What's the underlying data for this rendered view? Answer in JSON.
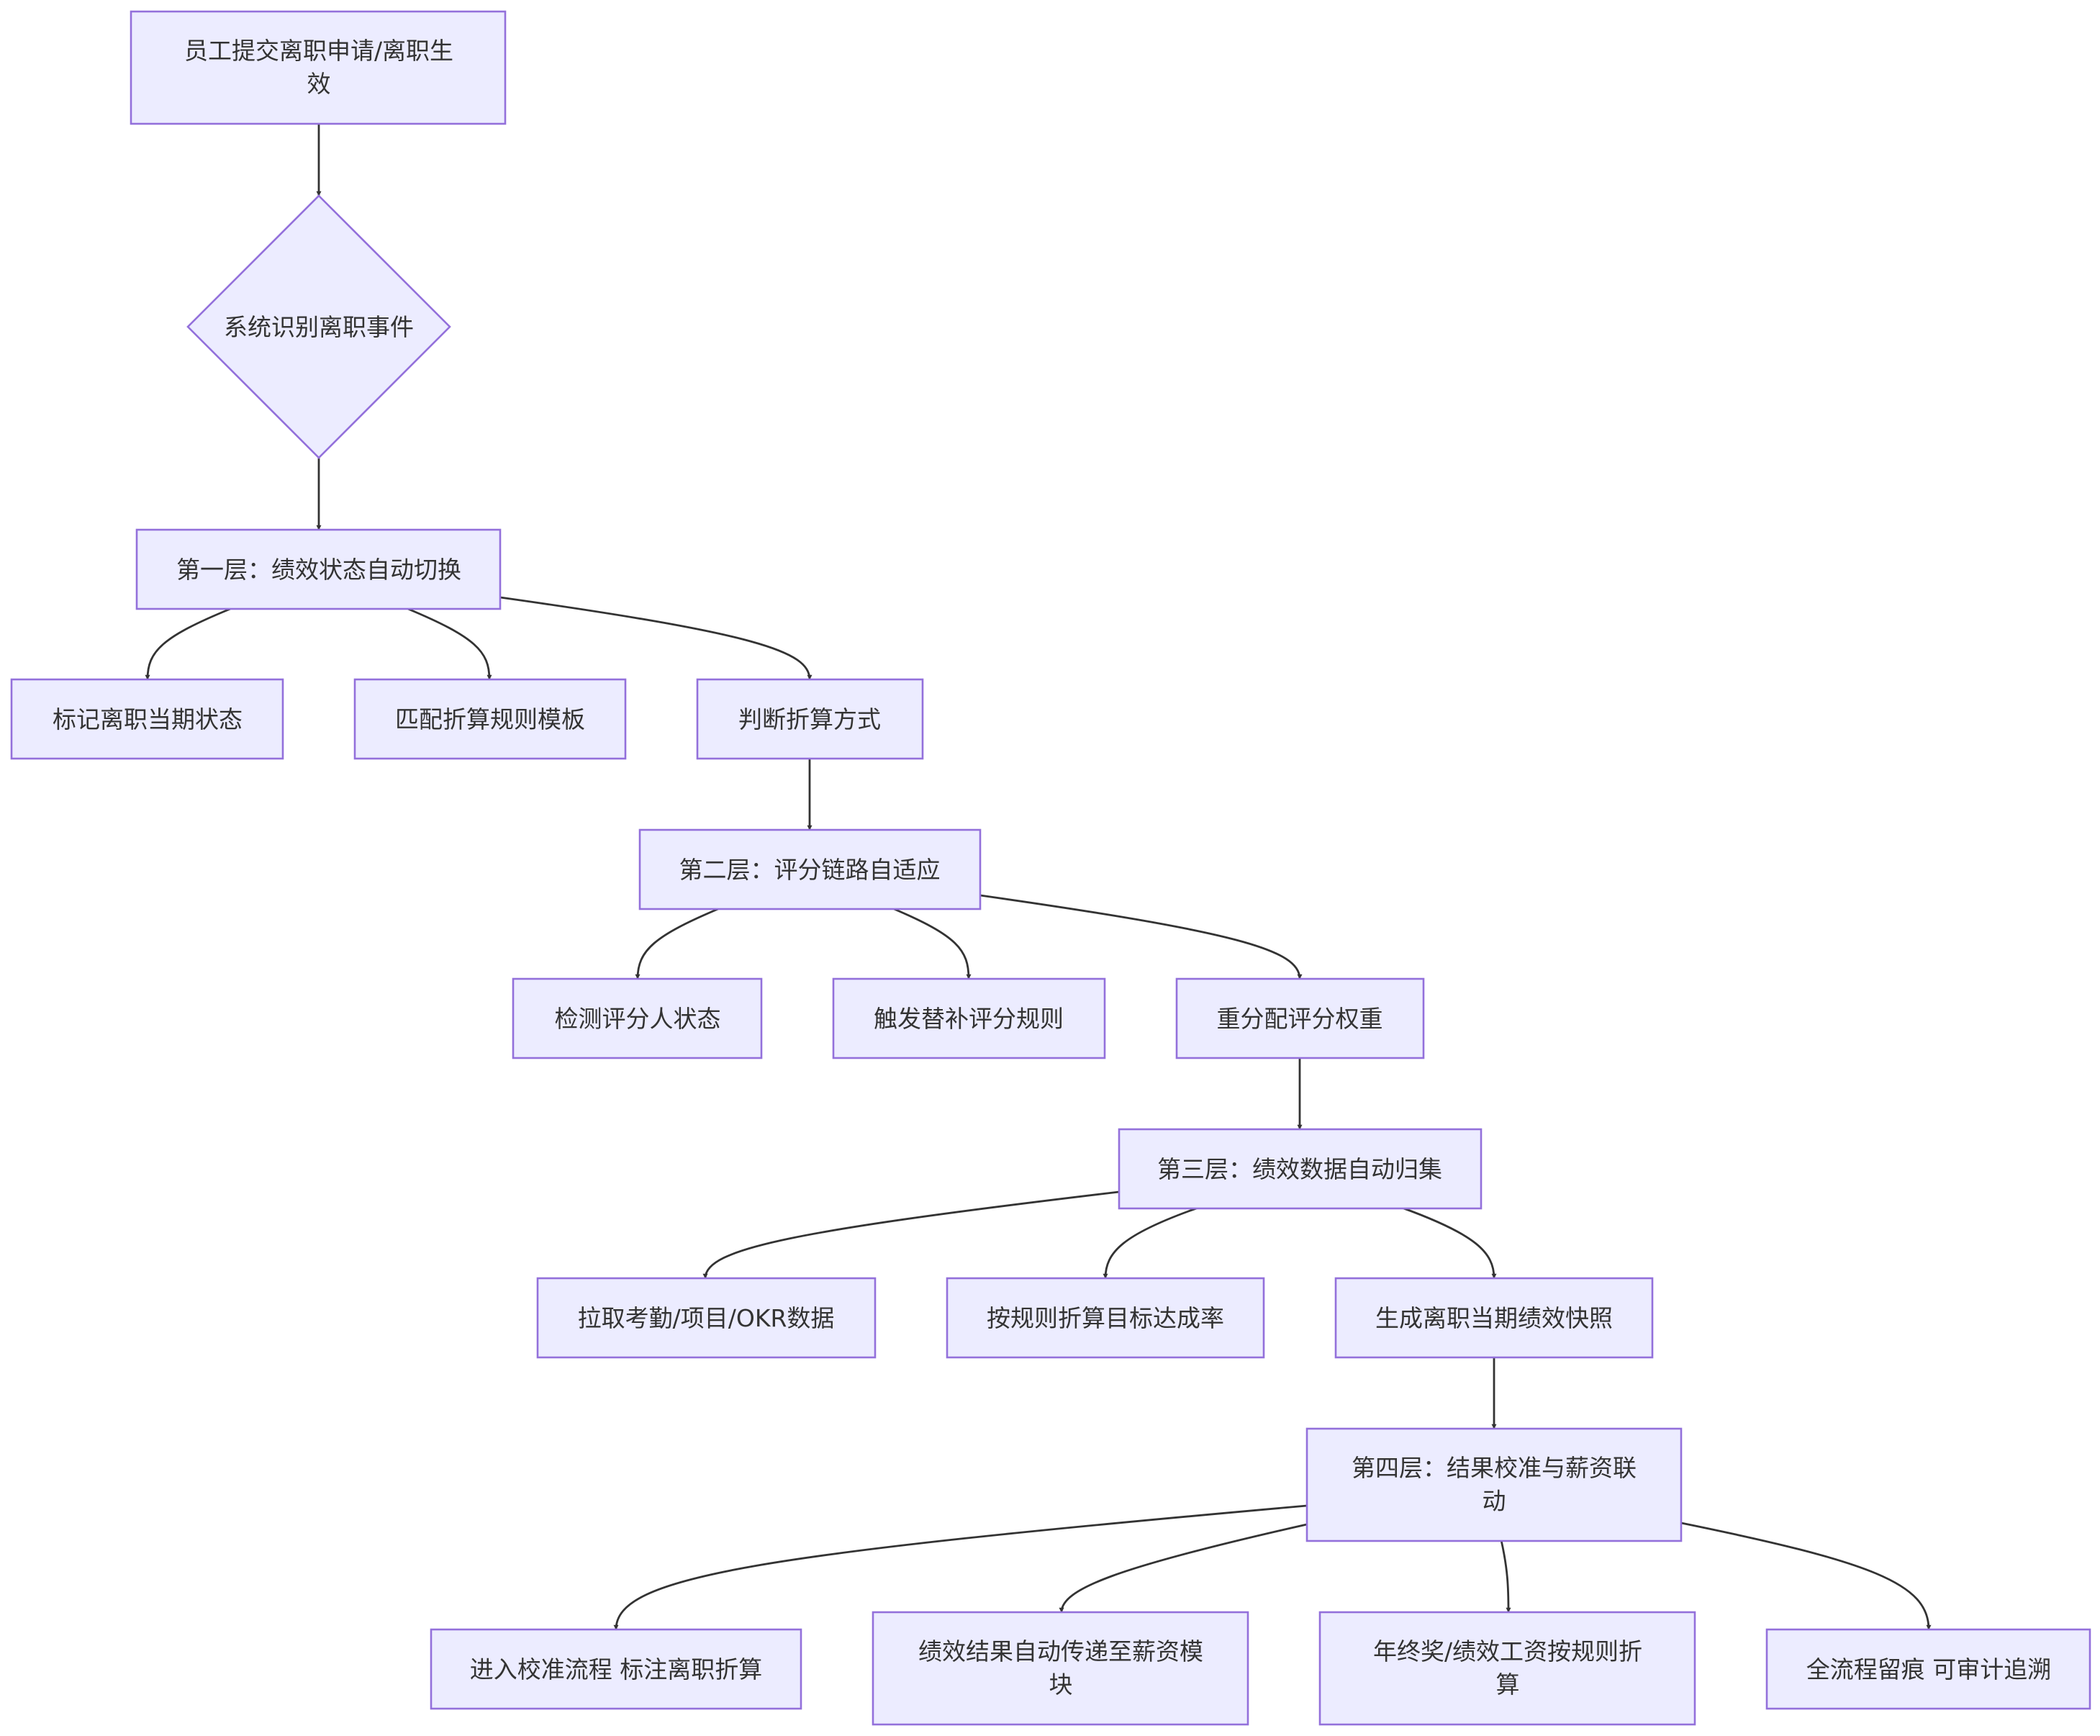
{
  "diagram": {
    "type": "flowchart",
    "nodes": [
      {
        "id": "start",
        "shape": "rect",
        "lines": [
          "员工提交离职申请/离职生",
          "效"
        ]
      },
      {
        "id": "detect",
        "shape": "diamond",
        "lines": [
          "系统识别离职事件"
        ]
      },
      {
        "id": "layer1",
        "shape": "rect",
        "lines": [
          "第一层：绩效状态自动切换"
        ]
      },
      {
        "id": "l1a",
        "shape": "rect",
        "lines": [
          "标记离职当期状态"
        ]
      },
      {
        "id": "l1b",
        "shape": "rect",
        "lines": [
          "匹配折算规则模板"
        ]
      },
      {
        "id": "l1c",
        "shape": "rect",
        "lines": [
          "判断折算方式"
        ]
      },
      {
        "id": "layer2",
        "shape": "rect",
        "lines": [
          "第二层：评分链路自适应"
        ]
      },
      {
        "id": "l2a",
        "shape": "rect",
        "lines": [
          "检测评分人状态"
        ]
      },
      {
        "id": "l2b",
        "shape": "rect",
        "lines": [
          "触发替补评分规则"
        ]
      },
      {
        "id": "l2c",
        "shape": "rect",
        "lines": [
          "重分配评分权重"
        ]
      },
      {
        "id": "layer3",
        "shape": "rect",
        "lines": [
          "第三层：绩效数据自动归集"
        ]
      },
      {
        "id": "l3a",
        "shape": "rect",
        "lines": [
          "拉取考勤/项目/OKR数据"
        ]
      },
      {
        "id": "l3b",
        "shape": "rect",
        "lines": [
          "按规则折算目标达成率"
        ]
      },
      {
        "id": "l3c",
        "shape": "rect",
        "lines": [
          "生成离职当期绩效快照"
        ]
      },
      {
        "id": "layer4",
        "shape": "rect",
        "lines": [
          "第四层：结果校准与薪资联",
          "动"
        ]
      },
      {
        "id": "l4a",
        "shape": "rect",
        "lines": [
          "进入校准流程 标注离职折算"
        ]
      },
      {
        "id": "l4b",
        "shape": "rect",
        "lines": [
          "绩效结果自动传递至薪资模",
          "块"
        ]
      },
      {
        "id": "l4c",
        "shape": "rect",
        "lines": [
          "年终奖/绩效工资按规则折",
          "算"
        ]
      },
      {
        "id": "l4d",
        "shape": "rect",
        "lines": [
          "全流程留痕 可审计追溯"
        ]
      }
    ],
    "edges": [
      {
        "from": "start",
        "to": "detect"
      },
      {
        "from": "detect",
        "to": "layer1"
      },
      {
        "from": "layer1",
        "to": "l1a"
      },
      {
        "from": "layer1",
        "to": "l1b"
      },
      {
        "from": "layer1",
        "to": "l1c"
      },
      {
        "from": "l1c",
        "to": "layer2"
      },
      {
        "from": "layer2",
        "to": "l2a"
      },
      {
        "from": "layer2",
        "to": "l2b"
      },
      {
        "from": "layer2",
        "to": "l2c"
      },
      {
        "from": "l2c",
        "to": "layer3"
      },
      {
        "from": "layer3",
        "to": "l3a"
      },
      {
        "from": "layer3",
        "to": "l3b"
      },
      {
        "from": "layer3",
        "to": "l3c"
      },
      {
        "from": "l3c",
        "to": "layer4"
      },
      {
        "from": "layer4",
        "to": "l4a"
      },
      {
        "from": "layer4",
        "to": "l4b"
      },
      {
        "from": "layer4",
        "to": "l4c"
      },
      {
        "from": "layer4",
        "to": "l4d"
      }
    ]
  }
}
